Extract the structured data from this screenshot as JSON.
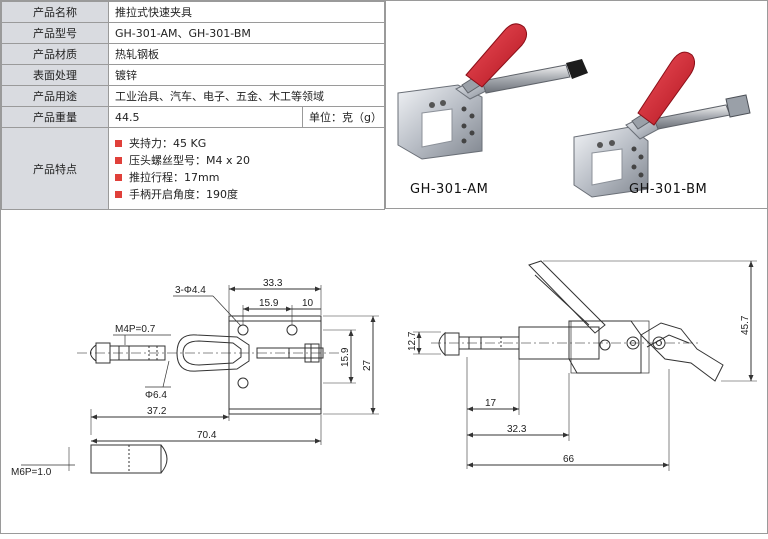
{
  "spec": {
    "rows": [
      {
        "label": "产品名称",
        "value": "推拉式快速夹具"
      },
      {
        "label": "产品型号",
        "value": "GH-301-AM、GH-301-BM"
      },
      {
        "label": "产品材质",
        "value": "热轧钢板"
      },
      {
        "label": "表面处理",
        "value": "镀锌"
      },
      {
        "label": "产品用途",
        "value": "工业治具、汽车、电子、五金、木工等领域"
      }
    ],
    "weight": {
      "label": "产品重量",
      "value": "44.5",
      "unit": "单位：克（g）"
    },
    "features": {
      "label": "产品特点",
      "items": [
        "夹持力：45 KG",
        "压头螺丝型号：M4 x 20",
        "推拉行程：17mm",
        "手柄开启角度：190度"
      ]
    }
  },
  "photos": {
    "captions": [
      "GH-301-AM",
      "GH-301-BM"
    ],
    "handle_color": "#d8232f"
  },
  "drawing": {
    "top_view": {
      "hole_spec": "3-Φ4.4",
      "dims": [
        "33.3",
        "15.9",
        "10",
        "15.9",
        "27",
        "Φ6.4",
        "37.2",
        "70.4"
      ],
      "thread_top": "M4P=0.7",
      "thread_bottom": "M6P=1.0"
    },
    "side_view": {
      "dims": [
        "45.7",
        "12.7",
        "17",
        "32.3",
        "66"
      ]
    }
  }
}
